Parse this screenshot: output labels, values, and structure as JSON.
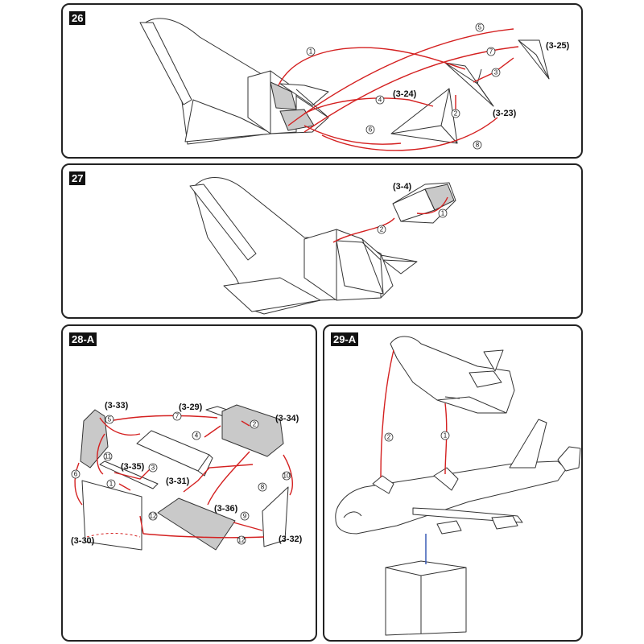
{
  "panels": [
    {
      "badge": "26",
      "parts": [
        "(3-25)",
        "(3-24)",
        "(3-23)"
      ],
      "steps": [
        "1",
        "2",
        "3",
        "4",
        "5",
        "6",
        "7",
        "8"
      ]
    },
    {
      "badge": "27",
      "parts": [
        "(3-4)"
      ],
      "steps": [
        "1",
        "2"
      ]
    },
    {
      "badge": "28-A",
      "parts": [
        "(3-33)",
        "(3-29)",
        "(3-34)",
        "(3-35)",
        "(3-31)",
        "(3-36)",
        "(3-30)",
        "(3-32)"
      ],
      "steps": [
        "1",
        "2",
        "3",
        "4",
        "5",
        "6",
        "7",
        "8",
        "9",
        "10",
        "11",
        "12",
        "12"
      ]
    },
    {
      "badge": "29-A",
      "parts": [],
      "steps": [
        "1",
        "2"
      ]
    }
  ],
  "colors": {
    "arrow": "#d42020",
    "part_fill": "#c9c9c9",
    "outline": "#333333",
    "stand_arrow": "#2b4fb0"
  },
  "arrow_glyph": "→"
}
